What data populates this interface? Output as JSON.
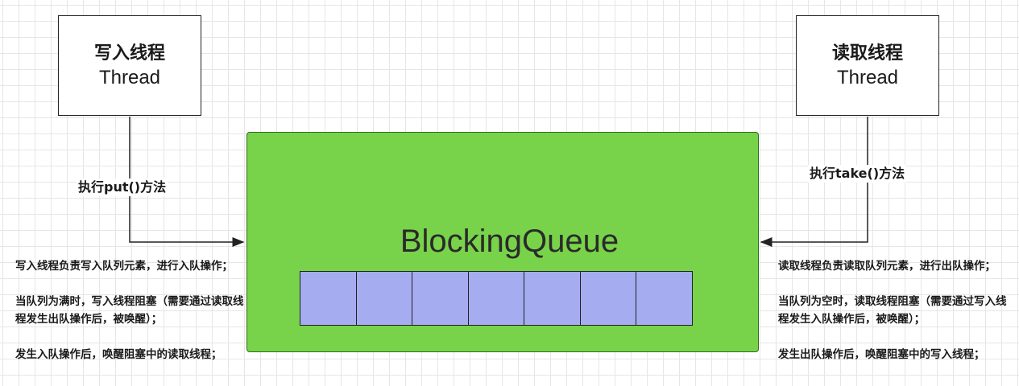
{
  "writer": {
    "title": "写入线程",
    "subtitle": "Thread"
  },
  "reader": {
    "title": "读取线程",
    "subtitle": "Thread"
  },
  "edges": {
    "put_label": "执行put()方法",
    "take_label": "执行take()方法"
  },
  "queue": {
    "title": "BlockingQueue",
    "cell_count": 7,
    "color": "#78d34a",
    "cell_color": "#a5acf0"
  },
  "notes_left": [
    "写入线程负责写入队列元素，进行入队操作；",
    "当队列为满时，写入线程阻塞（需要通过读取线程发生出队操作后，被唤醒）；",
    "发生入队操作后，唤醒阻塞中的读取线程；"
  ],
  "notes_right": [
    "读取线程负责读取队列元素，进行出队操作；",
    "当队列为空时，读取线程阻塞（需要通过写入线程发生入队操作后，被唤醒）；",
    "发生出队操作后，唤醒阻塞中的写入线程；"
  ]
}
